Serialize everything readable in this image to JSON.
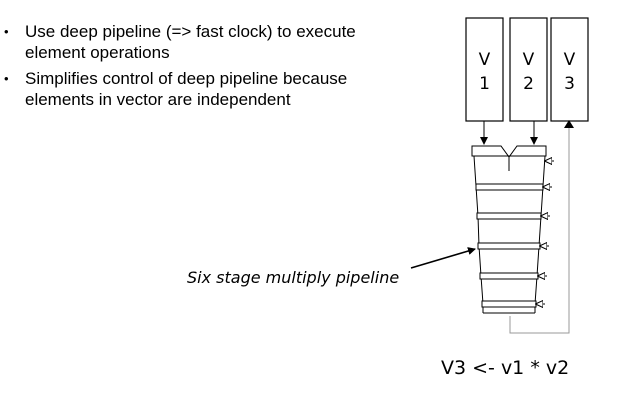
{
  "bullets": [
    {
      "text": "Use deep pipeline (=> fast clock) to execute element operations"
    },
    {
      "text": "Simplifies control of deep pipeline because elements in vector are independent"
    }
  ],
  "bullet_glyph": "•",
  "registers": [
    {
      "top": "V",
      "bottom": "1"
    },
    {
      "top": "V",
      "bottom": "2"
    },
    {
      "top": "V",
      "bottom": "3"
    }
  ],
  "pipeline_label": "Six stage multiply pipeline",
  "operation": "V3 <- v1 * v2",
  "colors": {
    "line": "#000000",
    "connector": "#999999",
    "background": "#ffffff"
  }
}
